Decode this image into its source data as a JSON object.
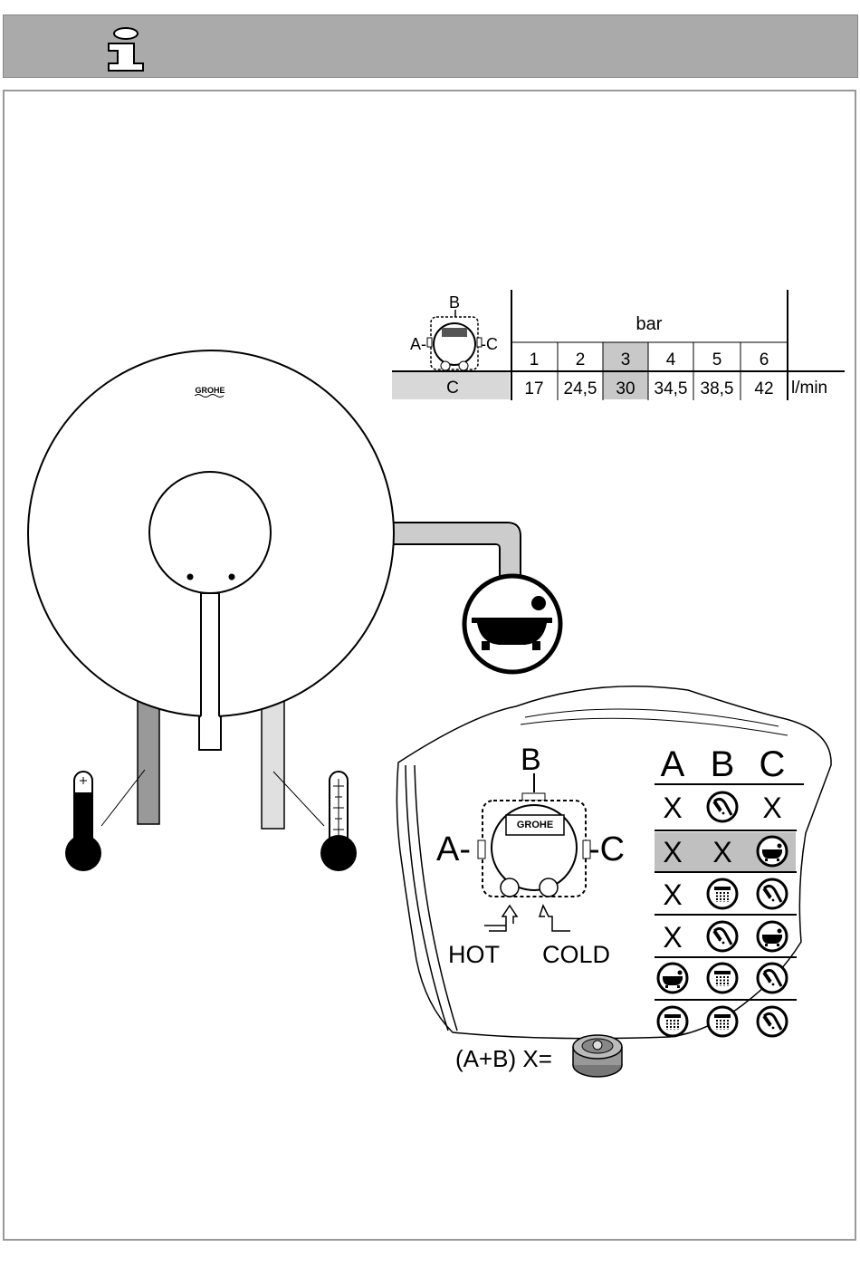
{
  "header": {
    "info_icon": "info-i-icon",
    "bar_color": "#aaaaaa"
  },
  "flow_table": {
    "port_label_b": "B",
    "port_label_a": "A-",
    "port_label_c": "-C",
    "pressure_unit": "bar",
    "pressures": [
      "1",
      "2",
      "3",
      "4",
      "5",
      "6"
    ],
    "row_label": "C",
    "flows": [
      "17",
      "24,5",
      "30",
      "34,5",
      "38,5",
      "42"
    ],
    "flow_unit": "l/min",
    "highlight_index": 2,
    "highlight_color": "#c8c8c8"
  },
  "valve": {
    "brand": "GROHE"
  },
  "outlet_icon": "bathtub-icon",
  "thermometers": {
    "hot": "hot-thermometer-icon",
    "cold": "cold-thermometer-icon"
  },
  "detail": {
    "label_b": "B",
    "label_a": "A-",
    "label_c": "-C",
    "brand": "GROHE",
    "hot": "HOT",
    "cold": "COLD",
    "headers": [
      "A",
      "B",
      "C"
    ],
    "rows": [
      [
        "X",
        "handshower-icon",
        "X"
      ],
      [
        "X",
        "X",
        "bathtub-icon"
      ],
      [
        "X",
        "overhead-shower-icon",
        "handshower-icon"
      ],
      [
        "X",
        "handshower-icon",
        "bathtub-icon"
      ],
      [
        "bathtub-icon",
        "overhead-shower-icon",
        "handshower-icon"
      ],
      [
        "overhead-shower-icon",
        "overhead-shower-icon",
        "handshower-icon"
      ]
    ],
    "highlight_row": 1,
    "plug_note": "(A+B) X=",
    "plug_icon": "blanking-plug-icon"
  }
}
